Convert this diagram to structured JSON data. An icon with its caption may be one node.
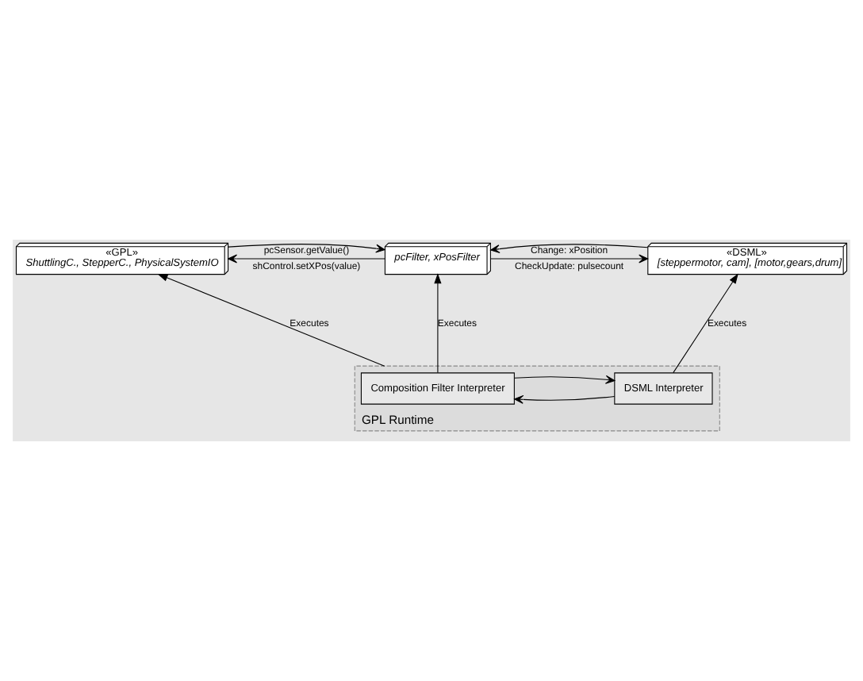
{
  "diagram": {
    "nodes": [
      {
        "text": [
          "«GPL»",
          "ShuttlingC., StepperC., PhysicalSystemIO"
        ]
      },
      {
        "text": [
          "pcFilter, xPosFilter"
        ]
      },
      {
        "text": [
          "«DSML»",
          "[steppermotor, cam], [motor,gears,drum]"
        ]
      },
      {
        "text": [
          "GPL Runtime"
        ]
      },
      {
        "text": [
          "Composition Filter Interpreter"
        ],
        "in": 3
      },
      {
        "text": [
          "DSML Interpreter"
        ],
        "in": 3
      }
    ],
    "edges": [
      {
        "from": 0,
        "to": 1,
        "arrow": "to",
        "label": "pcSensor.getValue()"
      },
      {
        "from": 1,
        "to": 0,
        "arrow": "to",
        "label": "shControl.setXPos(value)"
      },
      {
        "from": 1,
        "to": 2,
        "arrow": "to",
        "label": "CheckUpdate: pulsecount"
      },
      {
        "from": 2,
        "to": 1,
        "arrow": "to",
        "label": "Change: xPosition"
      },
      {
        "from": 3,
        "to": 0,
        "arrow": "to",
        "label": "Executes"
      },
      {
        "from": 4,
        "to": 1,
        "arrow": "to",
        "label": "Executes"
      },
      {
        "from": 5,
        "to": 2,
        "arrow": "to",
        "label": "Executes"
      },
      {
        "from": 4,
        "to": 5,
        "arrow": "to"
      },
      {
        "from": 5,
        "to": 4,
        "arrow": "to"
      }
    ]
  }
}
